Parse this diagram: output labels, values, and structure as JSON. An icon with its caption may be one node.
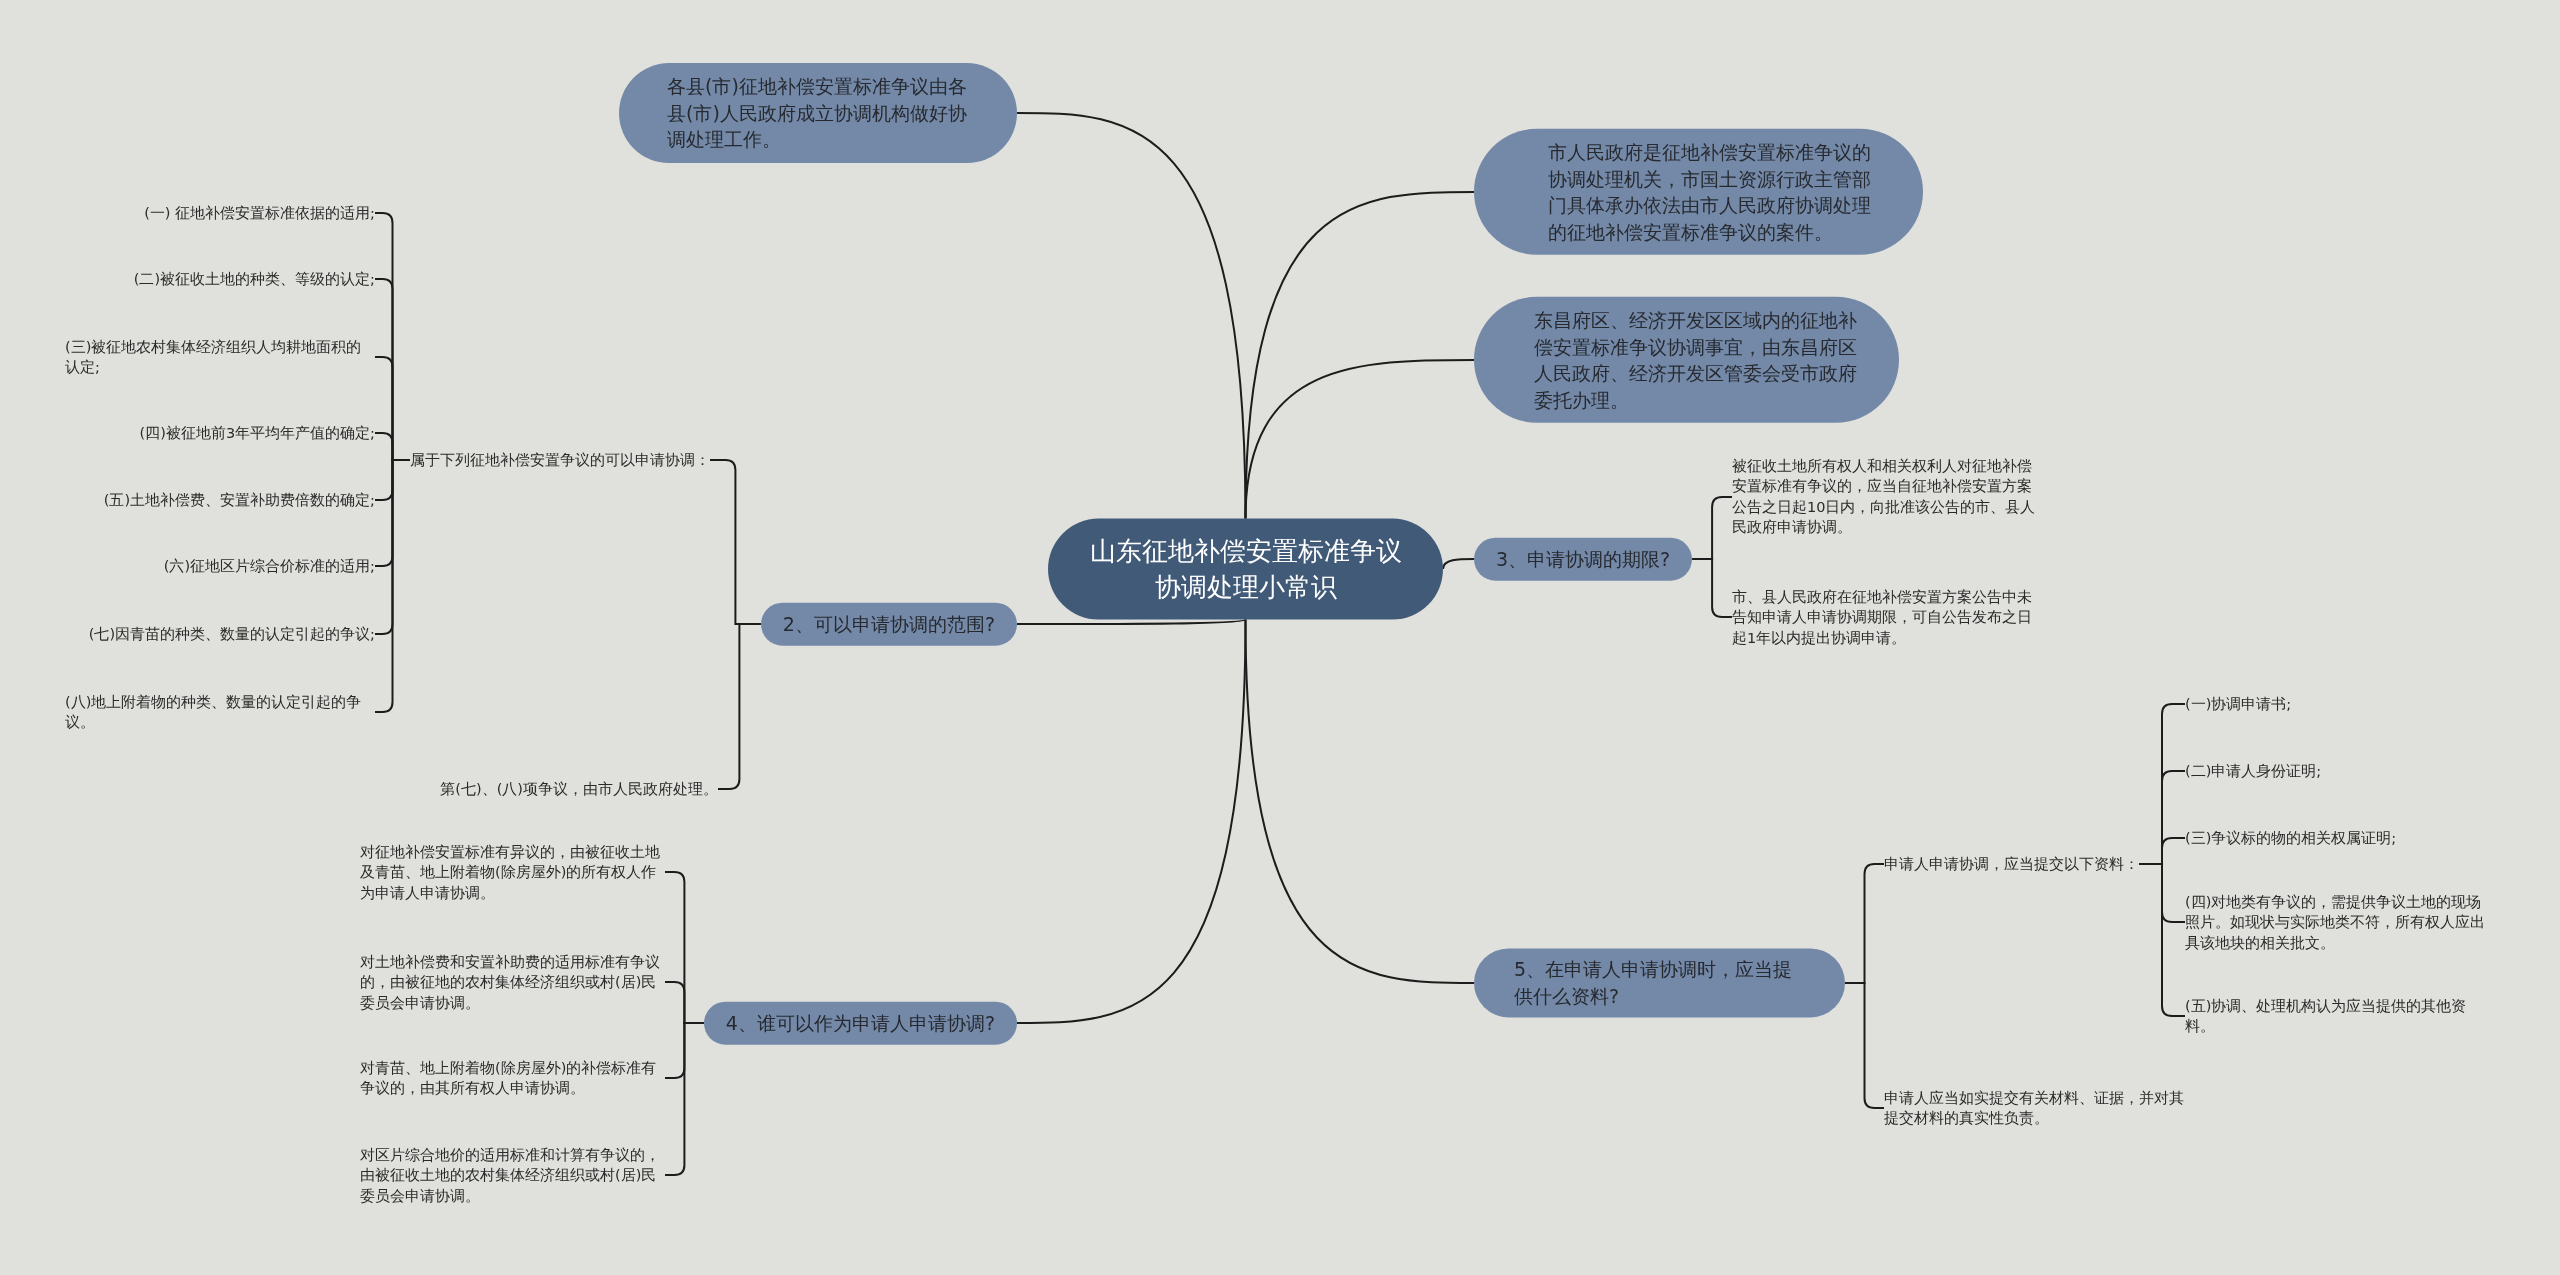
{
  "diagram": {
    "nodes": [
      {
        "text": [
          "山东征地补偿安置标准争议协调处理小常识"
        ]
      },
      {
        "text": [
          "各县(市)征地补偿安置标准争议由各县(市)人民政府成立协调机构做好协调处理工作。"
        ]
      },
      {
        "text": [
          "市人民政府是征地补偿安置标准争议的协调处理机关，市国土资源行政主管部门具体承办依法由市人民政府协调处理的征地补偿安置标准争议的案件。"
        ]
      },
      {
        "text": [
          "东昌府区、经济开发区区域内的征地补偿安置标准争议协调事宜，由东昌府区人民政府、经济开发区管委会受市政府委托办理。"
        ]
      },
      {
        "text": [
          "2、可以申请协调的范围?"
        ]
      },
      {
        "text": [
          "3、申请协调的期限?"
        ]
      },
      {
        "text": [
          "4、谁可以作为申请人申请协调?"
        ]
      },
      {
        "text": [
          "5、在申请人申请协调时，应当提供什么资料?"
        ]
      },
      {
        "text": [
          "属于下列征地补偿安置争议的可以申请协调："
        ]
      },
      {
        "text": [
          "第(七)、(八)项争议，由市人民政府处理。"
        ]
      },
      {
        "text": [
          "(一) 征地补偿安置标准依据的适用;"
        ]
      },
      {
        "text": [
          "(二)被征收土地的种类、等级的认定;"
        ]
      },
      {
        "text": [
          "(三)被征地农村集体经济组织人均耕地面积的认定;"
        ]
      },
      {
        "text": [
          "(四)被征地前3年平均年产值的确定;"
        ]
      },
      {
        "text": [
          "(五)土地补偿费、安置补助费倍数的确定;"
        ]
      },
      {
        "text": [
          "(六)征地区片综合价标准的适用;"
        ]
      },
      {
        "text": [
          "(七)因青苗的种类、数量的认定引起的争议;"
        ]
      },
      {
        "text": [
          "(八)地上附着物的种类、数量的认定引起的争议。"
        ]
      },
      {
        "text": [
          "对征地补偿安置标准有异议的，由被征收土地及青苗、地上附着物(除房屋外)的所有权人作为申请人申请协调。"
        ]
      },
      {
        "text": [
          "对土地补偿费和安置补助费的适用标准有争议的，由被征地的农村集体经济组织或村(居)民委员会申请协调。"
        ]
      },
      {
        "text": [
          "对青苗、地上附着物(除房屋外)的补偿标准有争议的，由其所有权人申请协调。"
        ]
      },
      {
        "text": [
          "对区片综合地价的适用标准和计算有争议的，由被征收土地的农村集体经济组织或村(居)民委员会申请协调。"
        ]
      },
      {
        "text": [
          "被征收土地所有权人和相关权利人对征地补偿安置标准有争议的，应当自征地补偿安置方案公告之日起10日内，向批准该公告的市、县人民政府申请协调。"
        ]
      },
      {
        "text": [
          "市、县人民政府在征地补偿安置方案公告中未告知申请人申请协调期限，可自公告发布之日起1年以内提出协调申请。"
        ]
      },
      {
        "text": [
          "申请人申请协调，应当提交以下资料："
        ]
      },
      {
        "text": [
          "申请人应当如实提交有关材料、证据，并对其提交材料的真实性负责。"
        ]
      },
      {
        "text": [
          "(一)协调申请书;"
        ]
      },
      {
        "text": [
          "(二)申请人身份证明;"
        ]
      },
      {
        "text": [
          "(三)争议标的物的相关权属证明;"
        ]
      },
      {
        "text": [
          "(四)对地类有争议的，需提供争议土地的现场照片。如现状与实际地类不符，所有权人应出具该地块的相关批文。"
        ]
      },
      {
        "text": [
          "(五)协调、处理机构认为应当提供的其他资料。"
        ]
      }
    ],
    "edges": [
      {
        "from": 0,
        "to": 1,
        "arrow": "none"
      },
      {
        "from": 0,
        "to": 2,
        "arrow": "none"
      },
      {
        "from": 0,
        "to": 3,
        "arrow": "none"
      },
      {
        "from": 0,
        "to": 4,
        "arrow": "none"
      },
      {
        "from": 0,
        "to": 5,
        "arrow": "none"
      },
      {
        "from": 0,
        "to": 6,
        "arrow": "none"
      },
      {
        "from": 0,
        "to": 7,
        "arrow": "none"
      },
      {
        "from": 4,
        "to": 8,
        "arrow": "none"
      },
      {
        "from": 4,
        "to": 9,
        "arrow": "none"
      },
      {
        "from": 8,
        "to": 10,
        "arrow": "none"
      },
      {
        "from": 8,
        "to": 11,
        "arrow": "none"
      },
      {
        "from": 8,
        "to": 12,
        "arrow": "none"
      },
      {
        "from": 8,
        "to": 13,
        "arrow": "none"
      },
      {
        "from": 8,
        "to": 14,
        "arrow": "none"
      },
      {
        "from": 8,
        "to": 15,
        "arrow": "none"
      },
      {
        "from": 8,
        "to": 16,
        "arrow": "none"
      },
      {
        "from": 8,
        "to": 17,
        "arrow": "none"
      },
      {
        "from": 6,
        "to": 18,
        "arrow": "none"
      },
      {
        "from": 6,
        "to": 19,
        "arrow": "none"
      },
      {
        "from": 6,
        "to": 20,
        "arrow": "none"
      },
      {
        "from": 6,
        "to": 21,
        "arrow": "none"
      },
      {
        "from": 5,
        "to": 22,
        "arrow": "none"
      },
      {
        "from": 5,
        "to": 23,
        "arrow": "none"
      },
      {
        "from": 7,
        "to": 24,
        "arrow": "none"
      },
      {
        "from": 7,
        "to": 25,
        "arrow": "none"
      },
      {
        "from": 24,
        "to": 26,
        "arrow": "none"
      },
      {
        "from": 24,
        "to": 27,
        "arrow": "none"
      },
      {
        "from": 24,
        "to": 28,
        "arrow": "none"
      },
      {
        "from": 24,
        "to": 29,
        "arrow": "none"
      },
      {
        "from": 24,
        "to": 30,
        "arrow": "none"
      }
    ]
  }
}
